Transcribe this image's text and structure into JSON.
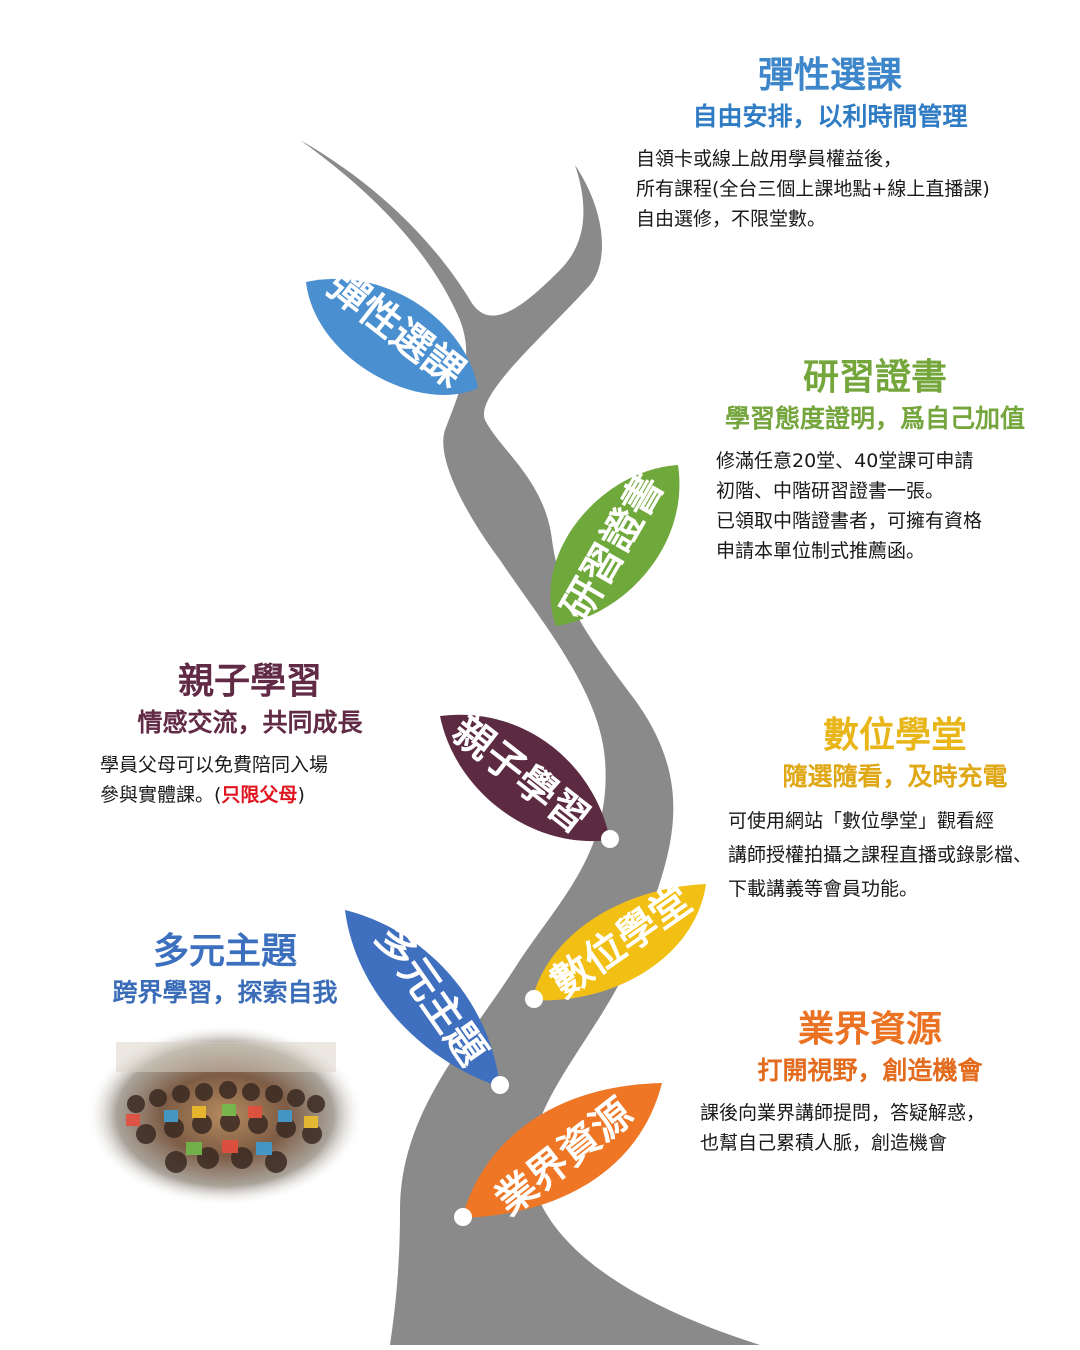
{
  "colors": {
    "trunk": "#8a8a8a",
    "flex": "#4a8fd0",
    "cert": "#6fa83b",
    "family": "#5c2b42",
    "digital": "#f2bf14",
    "multi": "#3f6fbf",
    "industry": "#ee7624"
  },
  "leaves": [
    {
      "id": "flex",
      "label": "彈性選課"
    },
    {
      "id": "cert",
      "label": "研習證書"
    },
    {
      "id": "family",
      "label": "親子學習"
    },
    {
      "id": "digital",
      "label": "數位學堂"
    },
    {
      "id": "multi",
      "label": "多元主題"
    },
    {
      "id": "industry",
      "label": "業界資源"
    }
  ],
  "sections": {
    "flex": {
      "title": "彈性選課",
      "subtitle": "自由安排，以利時間管理",
      "lines": [
        "自領卡或線上啟用學員權益後，",
        "所有課程(全台三個上課地點+線上直播課)",
        "自由選修，不限堂數。"
      ]
    },
    "cert": {
      "title": "研習證書",
      "subtitle": "學習態度證明，爲自己加值",
      "lines": [
        "修滿任意20堂、40堂課可申請",
        "初階、中階研習證書一張。",
        "已領取中階證書者，可擁有資格",
        "申請本單位制式推薦函。"
      ]
    },
    "family": {
      "title": "親子學習",
      "subtitle": "情感交流，共同成長",
      "line1": "學員父母可以免費陪同入場",
      "line2_prefix": "參與實體課。(",
      "line2_note": "只限父母",
      "line2_suffix": ")"
    },
    "digital": {
      "title": "數位學堂",
      "subtitle": "隨選隨看，及時充電",
      "lines": [
        "可使用網站「數位學堂」觀看經",
        "講師授權拍攝之課程直播或錄影檔、",
        "下載講義等會員功能。"
      ]
    },
    "multi": {
      "title": "多元主題",
      "subtitle": "跨界學習，探索自我"
    },
    "industry": {
      "title": "業界資源",
      "subtitle": "打開視野，創造機會",
      "lines": [
        "課後向業界講師提問，答疑解惑，",
        "也幫自己累積人脈，創造機會"
      ]
    }
  }
}
